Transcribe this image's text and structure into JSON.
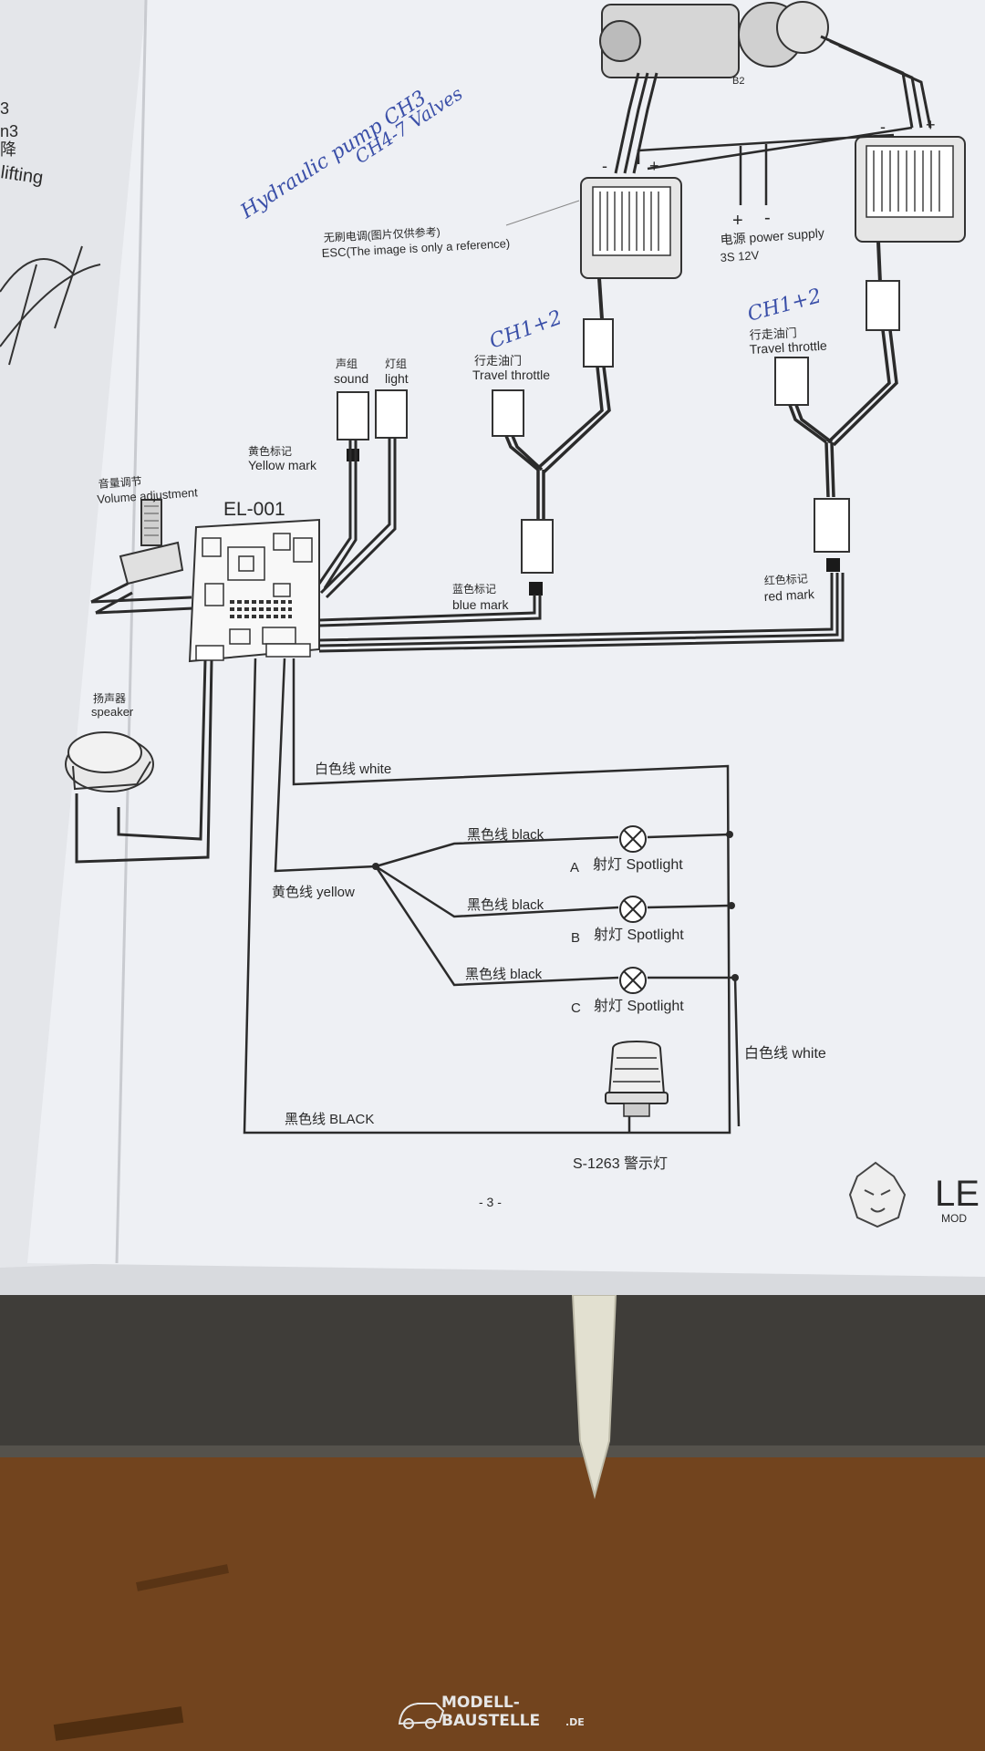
{
  "manual": {
    "left_page": {
      "line1": "n3",
      "line2": "降",
      "line3": "lifting",
      "line4": "3"
    },
    "handwritten": {
      "hydraulic": "Hydraulic pump CH3",
      "valves": "CH4-7 Valves",
      "ch_left": "CH1+2",
      "ch_right": "CH1+2"
    },
    "motor_label": "B2",
    "esc": {
      "cn": "无刷电调(图片仅供参考)",
      "en": "ESC(The image is only a reference)"
    },
    "power": {
      "plus": "+",
      "minus": "-",
      "cn": "电源 power supply",
      "spec": "3S  12V"
    },
    "esc_pins": {
      "left_minus": "-",
      "left_plus": "+",
      "right_minus": "-",
      "right_plus": "+"
    },
    "throttle_left": {
      "cn": "行走油门",
      "en": "Travel throttle"
    },
    "throttle_right": {
      "cn": "行走油门",
      "en": "Travel throttle"
    },
    "sound": {
      "cn": "声组",
      "en": "sound"
    },
    "light": {
      "cn": "灯组",
      "en": "light"
    },
    "yellow_mark": {
      "cn": "黄色标记",
      "en": "Yellow mark"
    },
    "volume": {
      "cn": "音量调节",
      "en": "Volume adjustment"
    },
    "board": "EL-001",
    "blue_mark": {
      "cn": "蓝色标记",
      "en": "blue mark"
    },
    "red_mark": {
      "cn": "红色标记",
      "en": "red mark"
    },
    "speaker": {
      "cn": "扬声器",
      "en": "speaker"
    },
    "wires": {
      "white_top": "白色线 white",
      "black_a": "黑色线 black",
      "black_b": "黑色线 black",
      "black_c": "黑色线 black",
      "yellow": "黄色线 yellow",
      "white_right": "白色线 white",
      "black_bottom": "黑色线 BLACK"
    },
    "spotlights": [
      {
        "letter": "A",
        "label": "射灯 Spotlight"
      },
      {
        "letter": "B",
        "label": "射灯 Spotlight"
      },
      {
        "letter": "C",
        "label": "射灯 Spotlight"
      }
    ],
    "warning_light": "S-1263 警示灯",
    "page_number": "- 3 -",
    "brand": {
      "big": "LE",
      "small": "MOD"
    }
  },
  "watermark": {
    "line1": "MODELL-",
    "line2": "BAUSTELLE",
    "suffix": ".DE"
  },
  "colors": {
    "paper": "#eef0f4",
    "line": "#2b2b2b",
    "handwriting": "#3a4fa8",
    "countertop": "#3d3b37",
    "wood": "#7a4a22"
  }
}
